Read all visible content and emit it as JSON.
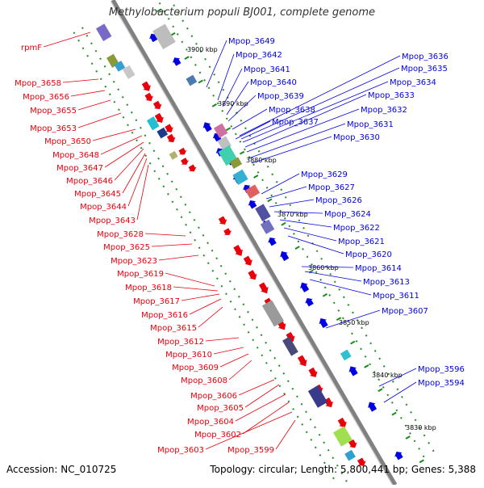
{
  "title": "Methylobacterium populi BJ001, complete genome",
  "footer": {
    "accession": "Accession: NC_010725",
    "summary": "Topology: circular; Length: 5,800,441 bp; Genes: 5,388"
  },
  "colors": {
    "backbone": "#808080",
    "forward_gene": "#e8000b",
    "reverse_gene": "#0000e0",
    "tick": "#1a8a1a",
    "gc_dot": "#1f8f1f"
  },
  "kbp_marks": [
    "3900 kbp",
    "3890 kbp",
    "3880 kbp",
    "3870 kbp",
    "3860 kbp",
    "3850 kbp",
    "3840 kbp",
    "3830 kbp"
  ],
  "left_labels": [
    "rpmF",
    "Mpop_3658",
    "Mpop_3656",
    "Mpop_3655",
    "Mpop_3653",
    "Mpop_3650",
    "Mpop_3648",
    "Mpop_3647",
    "Mpop_3646",
    "Mpop_3645",
    "Mpop_3644",
    "Mpop_3643",
    "Mpop_3628",
    "Mpop_3625",
    "Mpop_3623",
    "Mpop_3619",
    "Mpop_3618",
    "Mpop_3617",
    "Mpop_3616",
    "Mpop_3615",
    "Mpop_3612",
    "Mpop_3610",
    "Mpop_3609",
    "Mpop_3608",
    "Mpop_3606",
    "Mpop_3605",
    "Mpop_3604",
    "Mpop_3602",
    "Mpop_3603",
    "Mpop_3599"
  ],
  "right_labels": [
    "Mpop_3649",
    "Mpop_3642",
    "Mpop_3641",
    "Mpop_3640",
    "Mpop_3639",
    "Mpop_3638",
    "Mpop_3637",
    "Mpop_3636",
    "Mpop_3635",
    "Mpop_3634",
    "Mpop_3633",
    "Mpop_3632",
    "Mpop_3631",
    "Mpop_3630",
    "Mpop_3629",
    "Mpop_3627",
    "Mpop_3626",
    "Mpop_3624",
    "Mpop_3622",
    "Mpop_3621",
    "Mpop_3620",
    "Mpop_3614",
    "Mpop_3613",
    "Mpop_3611",
    "Mpop_3607",
    "Mpop_3596",
    "Mpop_3594"
  ]
}
